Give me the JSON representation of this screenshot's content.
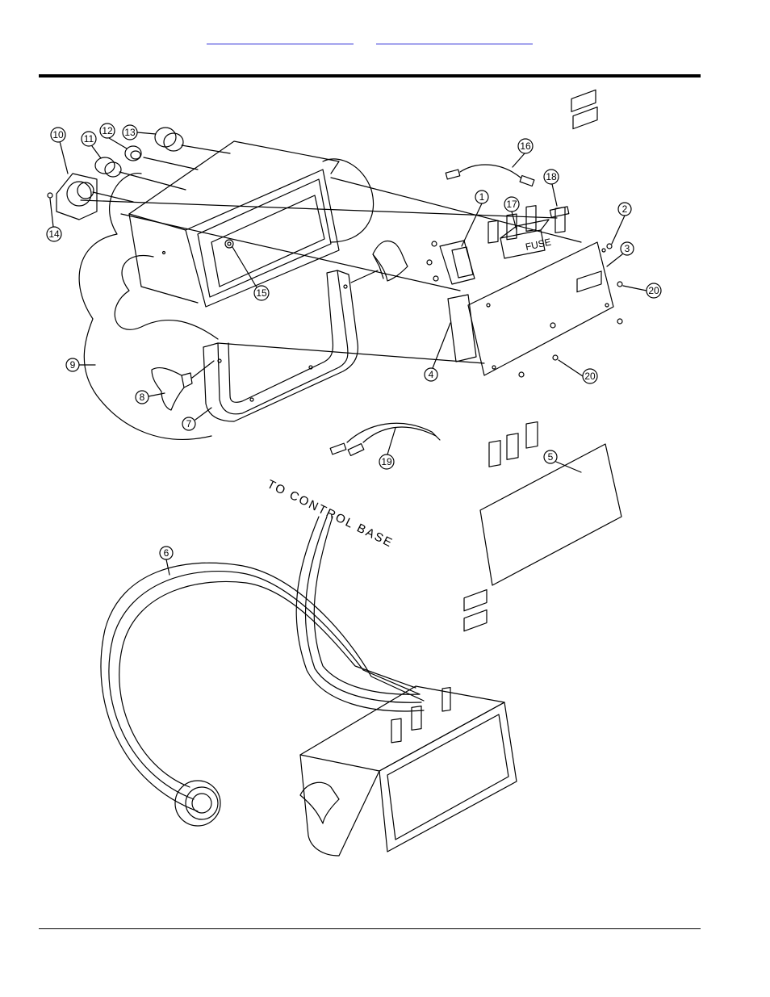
{
  "header": {
    "link_a": "",
    "link_b": ""
  },
  "diagram": {
    "callouts": [
      {
        "n": "1"
      },
      {
        "n": "2"
      },
      {
        "n": "3"
      },
      {
        "n": "4"
      },
      {
        "n": "5"
      },
      {
        "n": "6"
      },
      {
        "n": "7"
      },
      {
        "n": "8"
      },
      {
        "n": "9"
      },
      {
        "n": "10"
      },
      {
        "n": "11"
      },
      {
        "n": "12"
      },
      {
        "n": "13"
      },
      {
        "n": "14"
      },
      {
        "n": "15"
      },
      {
        "n": "16"
      },
      {
        "n": "17"
      },
      {
        "n": "18"
      },
      {
        "n": "19"
      },
      {
        "n": "20"
      },
      {
        "n": "20"
      }
    ],
    "fuse_label": "FUSE",
    "harness_label": "TO CONTROL BASE"
  }
}
